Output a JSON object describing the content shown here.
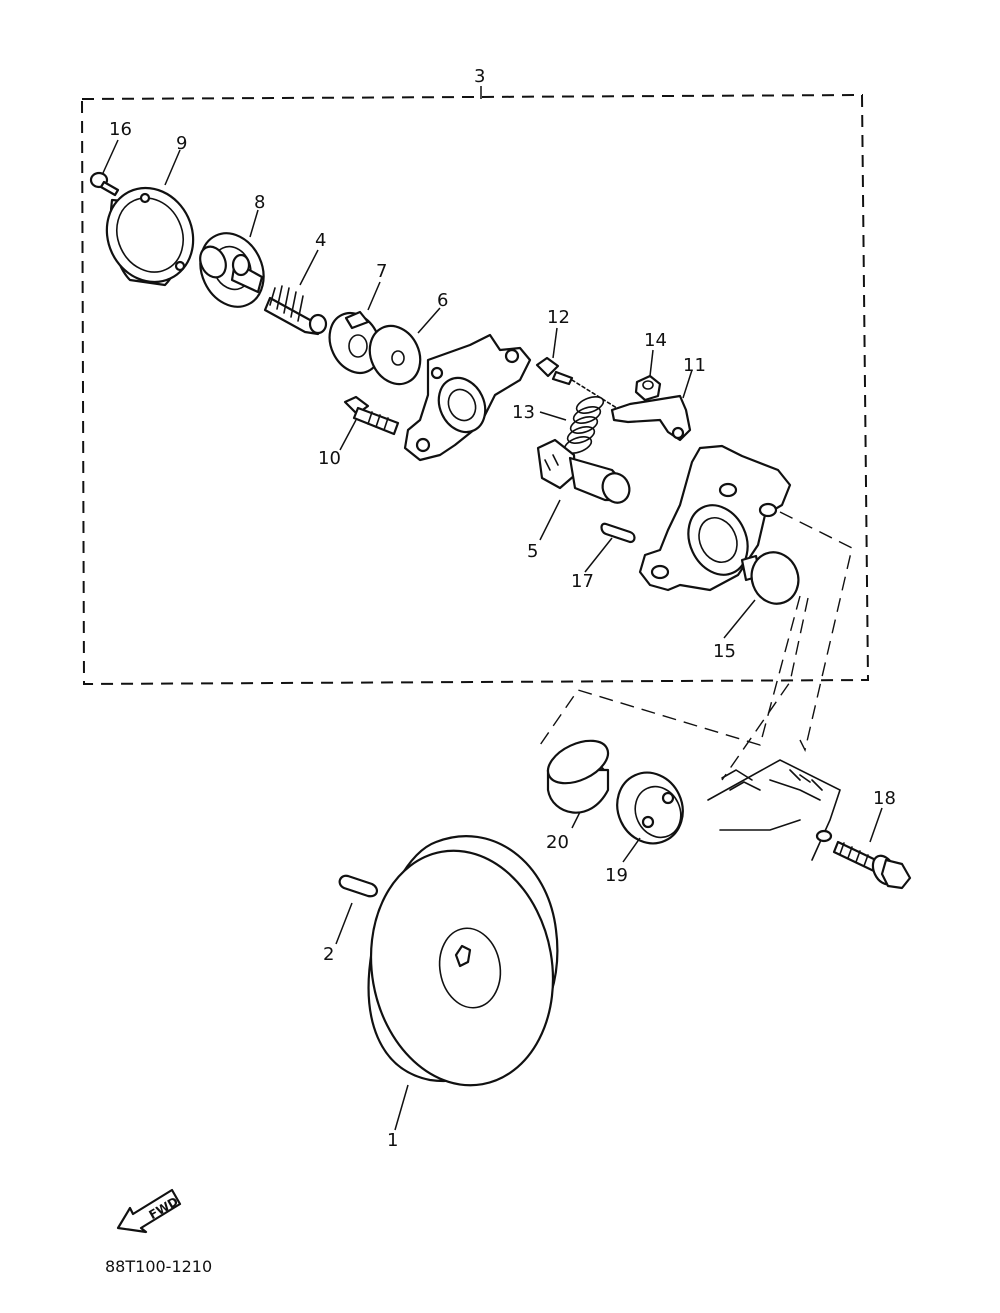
{
  "diagram": {
    "callouts": {
      "p1": "1",
      "p2": "2",
      "p3": "3",
      "p4": "4",
      "p5": "5",
      "p6": "6",
      "p7": "7",
      "p8": "8",
      "p9": "9",
      "p10": "10",
      "p11": "11",
      "p12": "12",
      "p13": "13",
      "p14": "14",
      "p15": "15",
      "p16": "16",
      "p17": "17",
      "p18": "18",
      "p19": "19",
      "p20": "20"
    },
    "fwd_label": "FWD",
    "figure_code": "88T100-1210"
  }
}
